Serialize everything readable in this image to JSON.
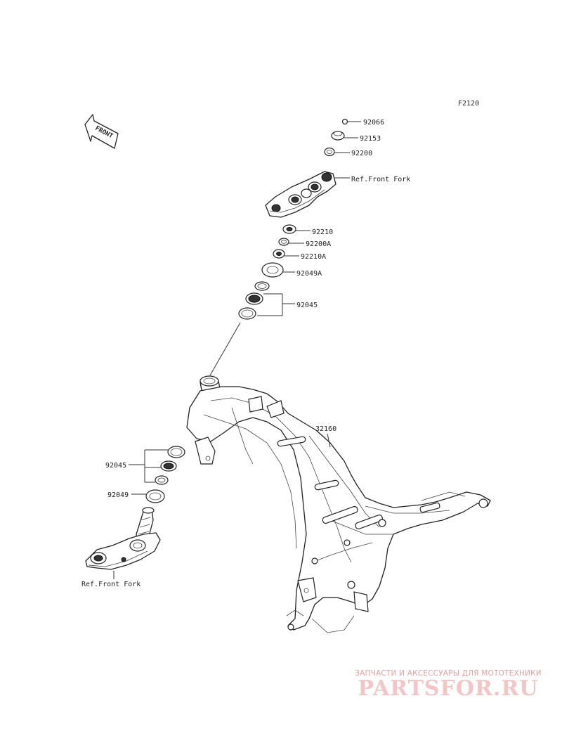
{
  "diagram": {
    "code": "F2120",
    "front_arrow_text": "FRONT",
    "ref_labels": {
      "top": "Ref.Front Fork",
      "bottom": "Ref.Front Fork"
    },
    "parts": [
      {
        "id": "92066"
      },
      {
        "id": "92153"
      },
      {
        "id": "92200"
      },
      {
        "id": "92210"
      },
      {
        "id": "92200A"
      },
      {
        "id": "92210A"
      },
      {
        "id": "92049A"
      },
      {
        "id": "92045"
      },
      {
        "id": "32160"
      },
      {
        "id": "92045"
      },
      {
        "id": "92049"
      }
    ]
  },
  "watermark": {
    "tagline": "ЗАПЧАСТИ И АКСЕССУАРЫ ДЛЯ МОТОТЕХНИКИ",
    "logo": "PARTSFOR.RU"
  }
}
